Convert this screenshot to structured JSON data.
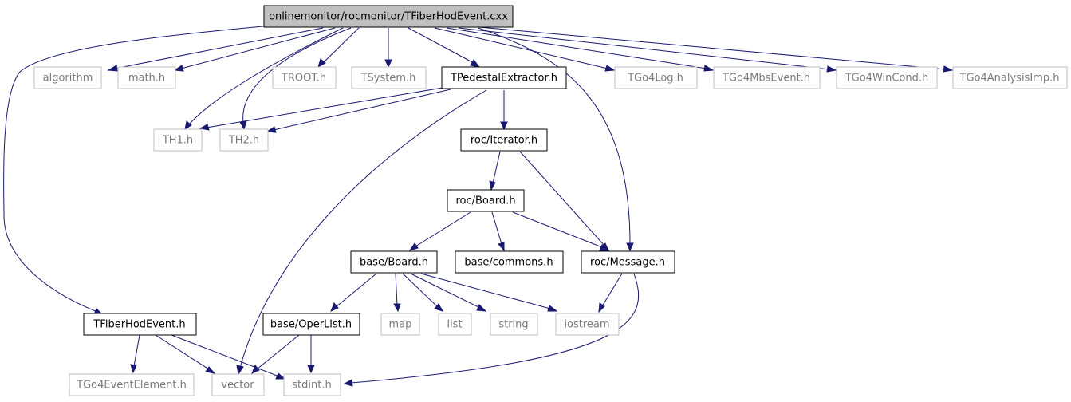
{
  "colors": {
    "edge": "#191970",
    "root_fill": "#bfbfbf",
    "solid_border": "#000000",
    "faint_border": "#bfbfbf",
    "faint_text": "#7a7a7a"
  },
  "nodes": {
    "root": "onlinemonitor/rocmonitor/TFiberHodEvent.cxx",
    "algorithm": "algorithm",
    "math": "math.h",
    "troot": "TROOT.h",
    "tsystem": "TSystem.h",
    "tpedestal": "TPedestalExtractor.h",
    "tgo4log": "TGo4Log.h",
    "tgo4mbs": "TGo4MbsEvent.h",
    "tgo4wincond": "TGo4WinCond.h",
    "tgo4analysisimp": "TGo4AnalysisImp.h",
    "th1": "TH1.h",
    "th2": "TH2.h",
    "rociterator": "roc/Iterator.h",
    "rocboard": "roc/Board.h",
    "baseboard": "base/Board.h",
    "basecommons": "base/commons.h",
    "rocmessage": "roc/Message.h",
    "tfiberhodevent": "TFiberHodEvent.h",
    "baseoperlist": "base/OperList.h",
    "map": "map",
    "list": "list",
    "string": "string",
    "iostream": "iostream",
    "tgo4eventelement": "TGo4EventElement.h",
    "vector": "vector",
    "stdint": "stdint.h"
  }
}
